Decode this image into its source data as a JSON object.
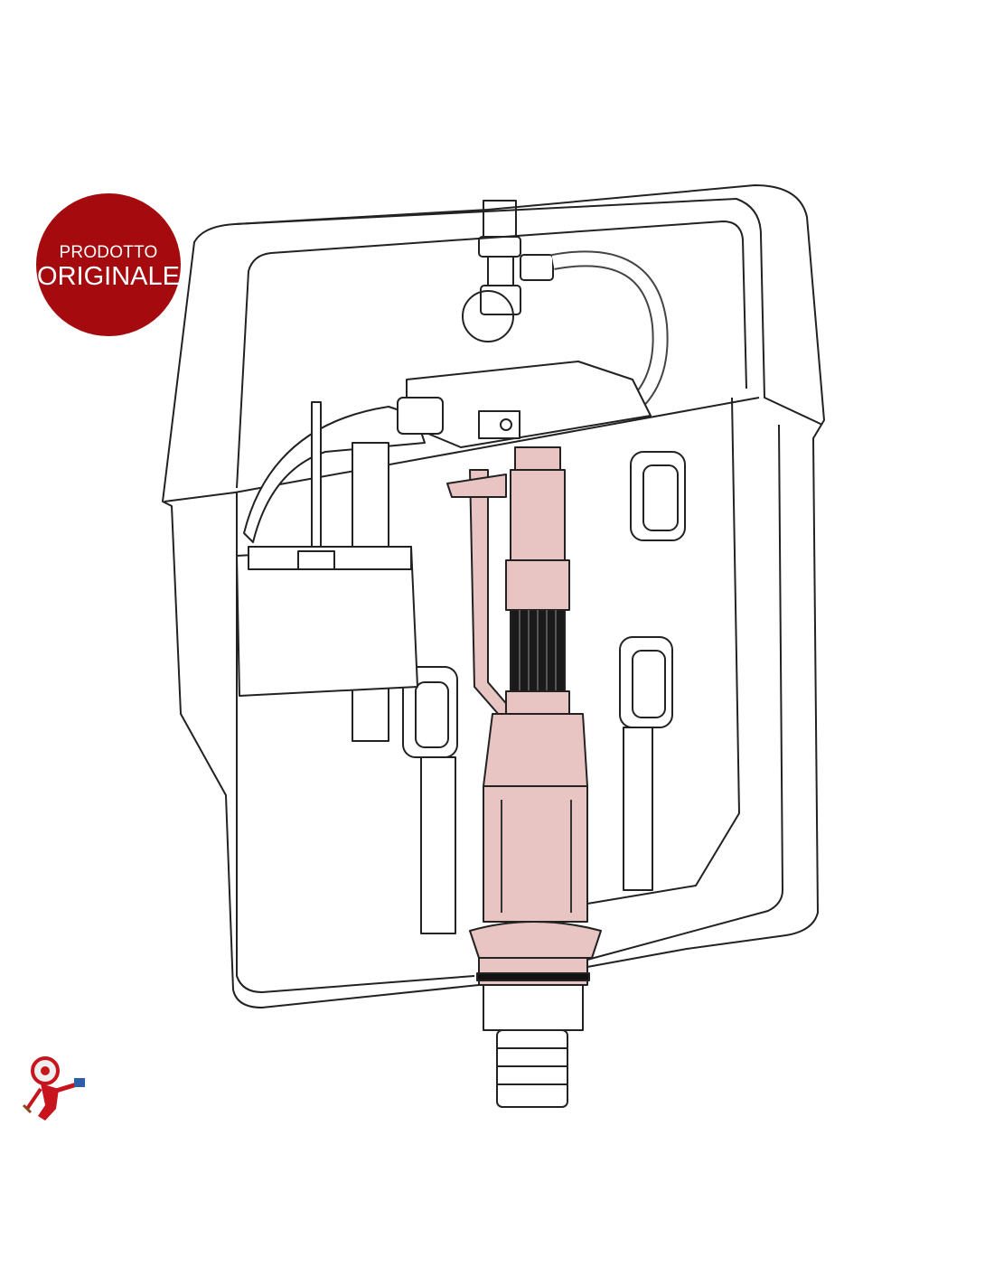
{
  "badge": {
    "line1": "PRODOTTO",
    "line2": "ORIGINALE",
    "color": "#a50a0e"
  },
  "illustration": {
    "subject": "concealed-cistern-with-flush-valve",
    "highlight_color": "#e8c4c2",
    "outline_color": "#222222"
  },
  "mascot": {
    "icon": "robot-mascot-icon",
    "colors": [
      "#c8141c",
      "#ffffff",
      "#2d5fa8"
    ]
  }
}
